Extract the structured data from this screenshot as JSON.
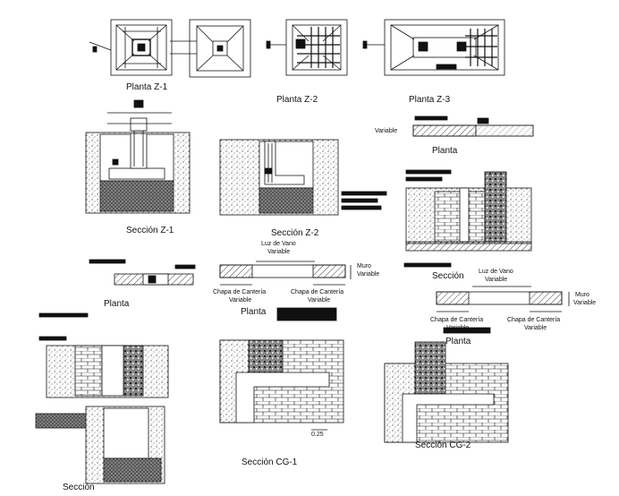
{
  "labels": {
    "planta_z1": "Planta Z-1",
    "planta_z2": "Planta Z-2",
    "planta_z3": "Planta Z-3",
    "seccion_z1": "Sección Z-1",
    "seccion_z2": "Sección Z-2",
    "planta_a": "Planta",
    "planta_b": "Planta",
    "planta_c": "Planta",
    "planta_d": "Planta",
    "seccion_a": "Sección",
    "seccion_b": "Sección",
    "seccion_cg1": "Sección CG-1",
    "seccion_cg2": "Sección CG-2",
    "variable": "Variable",
    "luz_vano_1": "Luz de Vano",
    "luz_vano_1_v": "Variable",
    "luz_vano_2": "Luz de Vano",
    "luz_vano_2_v": "Variable",
    "muro_1": "Muro",
    "muro_1_v": "Variable",
    "muro_2": "Muro",
    "muro_2_v": "Variable",
    "chapa_1": "Chapa de Cantería",
    "chapa_1_v": "Variable",
    "chapa_2": "Chapa de Cantería",
    "chapa_2_v": "Variable",
    "chapa_3": "Chapa de Cantería",
    "chapa_3_v": "Variable",
    "chapa_4": "Chapa de Cantería",
    "chapa_4_v": "Variable",
    "dim_025": "0.25"
  },
  "colors": {
    "line": "#111111",
    "fill": "#e4e4e4"
  }
}
